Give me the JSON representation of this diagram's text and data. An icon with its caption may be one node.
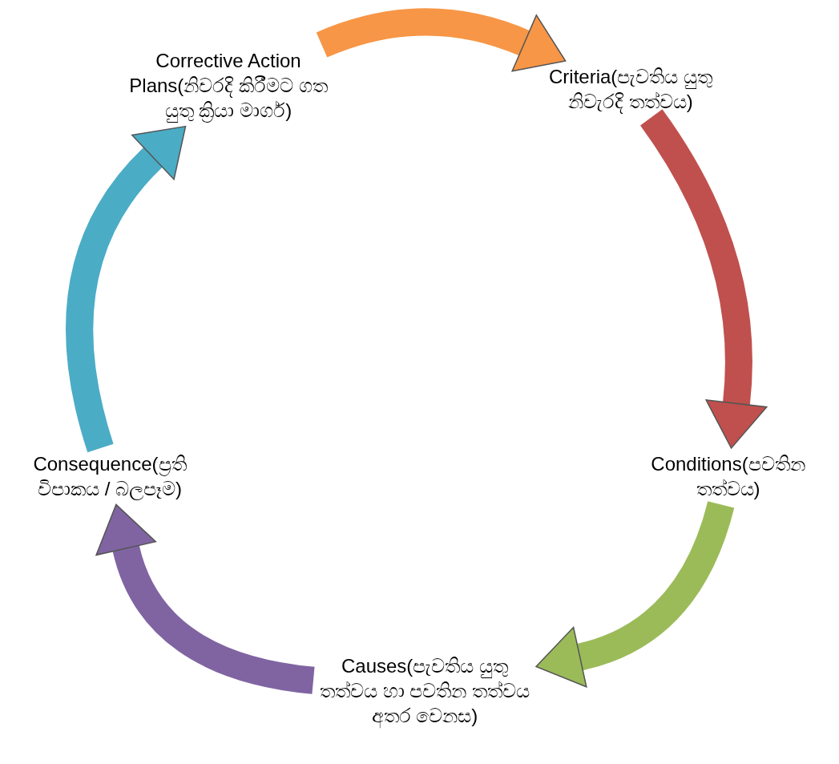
{
  "diagram": {
    "nodes": [
      {
        "text": [
          "Criteria(පැවතිය යුතු නිවැරදි තත්වය)"
        ]
      },
      {
        "text": [
          "Conditions(පවතින තත්වය)"
        ]
      },
      {
        "text": [
          "Causes(පැවතිය යුතු තත්වය හා පවතින තත්වය අතර වෙනස)"
        ]
      },
      {
        "text": [
          "Consequence(ප්‍රති විපාකය / බලපෑම)"
        ]
      },
      {
        "text": [
          "Corrective Action Plans(නිවරදි කිරීමට ගත යුතු ක්‍රියා මාර්ග)"
        ]
      }
    ],
    "edges": [
      {
        "from": 4,
        "to": 0,
        "arrow": "to",
        "color": "#f79646"
      },
      {
        "from": 0,
        "to": 1,
        "arrow": "to",
        "color": "#c0504d"
      },
      {
        "from": 1,
        "to": 2,
        "arrow": "to",
        "color": "#9bbb59"
      },
      {
        "from": 2,
        "to": 3,
        "arrow": "to",
        "color": "#8064a2"
      },
      {
        "from": 3,
        "to": 4,
        "arrow": "to",
        "color": "#4bacc6"
      }
    ]
  }
}
